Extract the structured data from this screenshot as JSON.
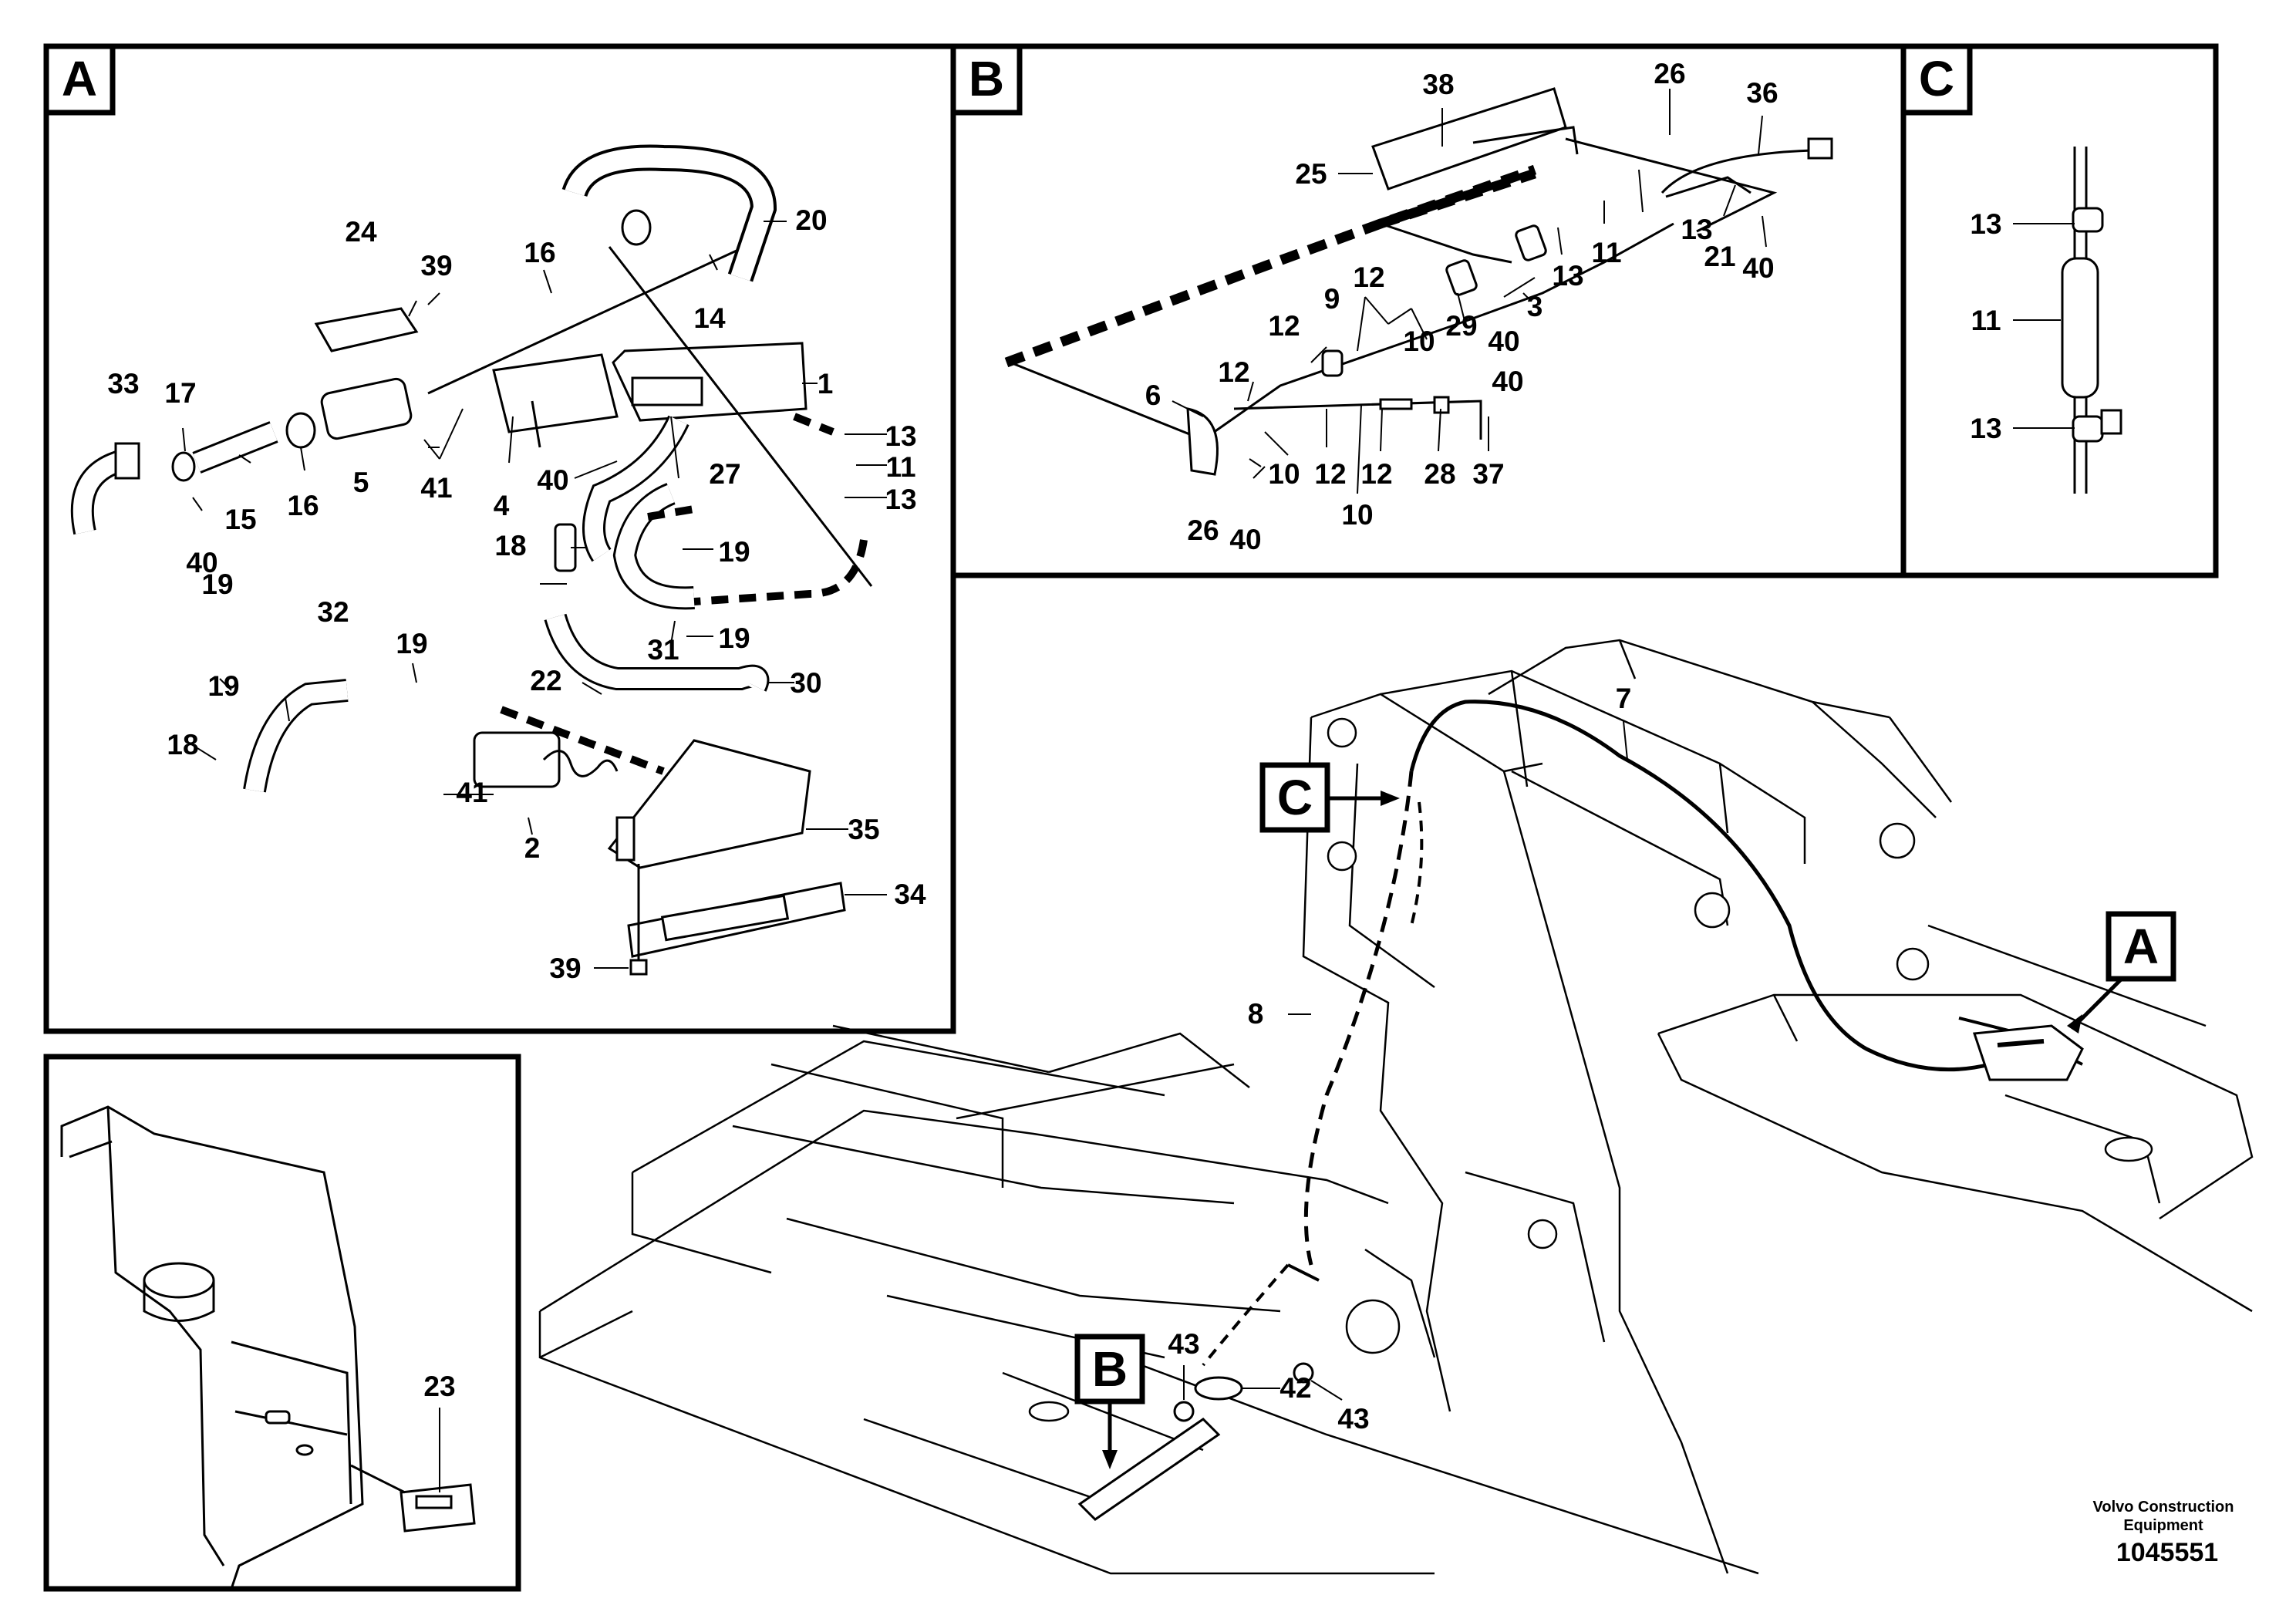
{
  "panels": [
    {
      "id": "A",
      "letter": "A"
    },
    {
      "id": "B",
      "letter": "B"
    },
    {
      "id": "C",
      "letter": "C"
    }
  ],
  "callouts": {
    "A": "A",
    "B": "B",
    "C": "C"
  },
  "panel_a": {
    "labels": [
      "1",
      "2",
      "4",
      "5",
      "11",
      "13",
      "13",
      "14",
      "15",
      "16",
      "16",
      "17",
      "18",
      "18",
      "19",
      "19",
      "19",
      "19",
      "19",
      "20",
      "22",
      "24",
      "27",
      "30",
      "31",
      "32",
      "33",
      "34",
      "35",
      "39",
      "39",
      "40",
      "40",
      "41",
      "41"
    ]
  },
  "panel_b": {
    "labels": [
      "3",
      "6",
      "9",
      "10",
      "10",
      "10",
      "11",
      "12",
      "12",
      "12",
      "12",
      "12",
      "13",
      "13",
      "21",
      "25",
      "26",
      "26",
      "28",
      "29",
      "36",
      "37",
      "38",
      "40",
      "40",
      "40",
      "40"
    ]
  },
  "panel_c": {
    "labels": [
      "11",
      "13",
      "13"
    ]
  },
  "overview": {
    "labels": [
      "7",
      "8",
      "23",
      "42",
      "43",
      "43"
    ]
  },
  "footer": {
    "credit_line1": "Volvo Construction",
    "credit_line2": "Equipment",
    "document_number": "1045551"
  }
}
